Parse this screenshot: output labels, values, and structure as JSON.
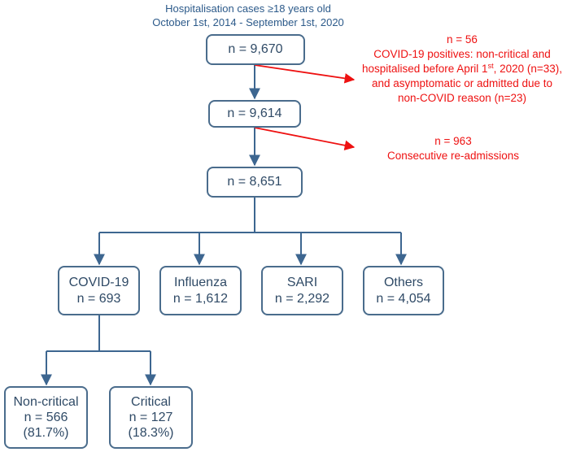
{
  "header": {
    "line1": "Hospitalisation cases ≥18 years old",
    "line2": "October 1st, 2014 - September 1st, 2020"
  },
  "boxes": {
    "total": "n = 9,670",
    "after_covid_exclusion": "n = 9,614",
    "after_readmission_exclusion": "n = 8,651",
    "covid": {
      "name": "COVID-19",
      "count": "n = 693"
    },
    "influenza": {
      "name": "Influenza",
      "count": "n = 1,612"
    },
    "sari": {
      "name": "SARI",
      "count": "n = 2,292"
    },
    "others": {
      "name": "Others",
      "count": "n = 4,054"
    },
    "noncritical": {
      "name": "Non-critical",
      "count": "n = 566",
      "pct": "(81.7%)"
    },
    "critical": {
      "name": "Critical",
      "count": "n = 127",
      "pct": "(18.3%)"
    }
  },
  "exclusions": {
    "first": {
      "count": "n = 56",
      "line1": "COVID-19 positives: non-critical and",
      "line2_pre": "hospitalised before April 1",
      "line2_sup": "st",
      "line2_post": ", 2020 (n=33),",
      "line3": "and asymptomatic or admitted due to",
      "line4": "non-COVID reason (n=23)"
    },
    "second": {
      "count": "n = 963",
      "label": "Consecutive re-admissions"
    }
  },
  "colors": {
    "box_border": "#4a6c8c",
    "box_text": "#2f4a66",
    "connector": "#3d6690",
    "exclusion_text": "#ee1111",
    "header_text": "#2c5a8a"
  }
}
